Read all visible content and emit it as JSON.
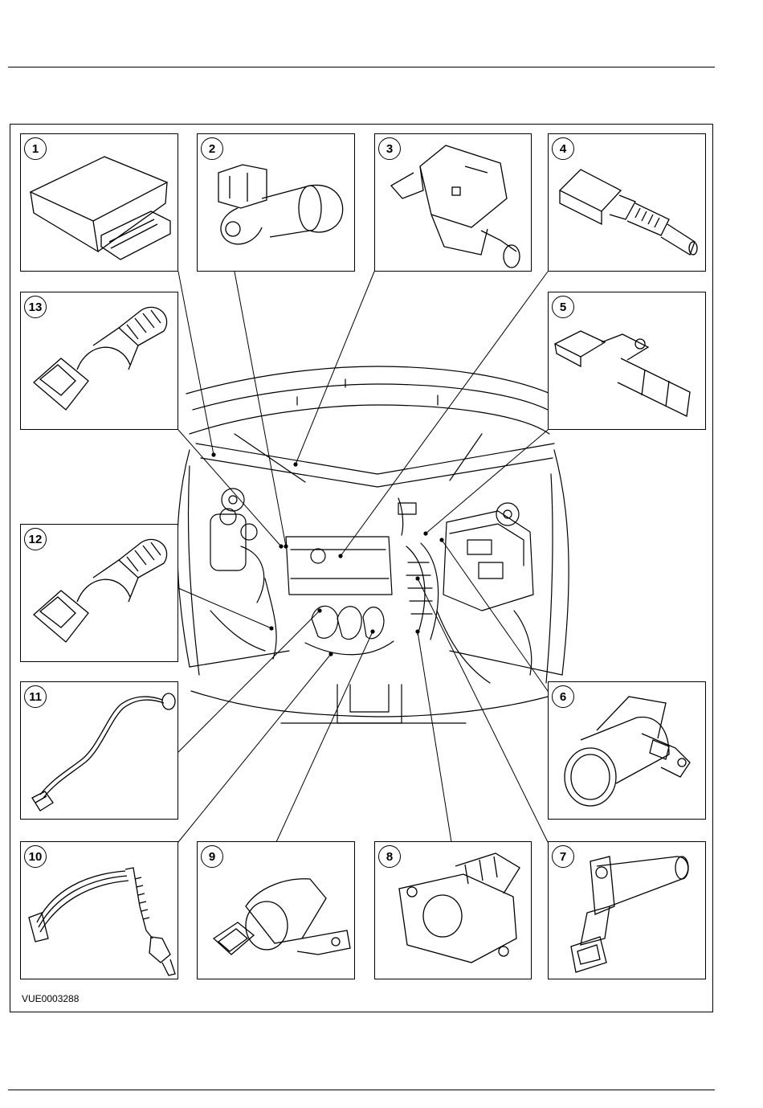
{
  "figure": {
    "reference_code": "VUE0003288",
    "callouts": [
      {
        "number": "1",
        "icon": "control-module-icon"
      },
      {
        "number": "2",
        "icon": "camshaft-position-sensor-icon"
      },
      {
        "number": "3",
        "icon": "brake-switch-icon"
      },
      {
        "number": "4",
        "icon": "temperature-sensor-icon"
      },
      {
        "number": "5",
        "icon": "speed-sensor-icon"
      },
      {
        "number": "6",
        "icon": "mass-air-flow-sensor-icon"
      },
      {
        "number": "7",
        "icon": "crankshaft-position-sensor-icon"
      },
      {
        "number": "8",
        "icon": "throttle-position-sensor-icon"
      },
      {
        "number": "9",
        "icon": "idle-air-control-valve-icon"
      },
      {
        "number": "10",
        "icon": "oxygen-sensor-icon"
      },
      {
        "number": "11",
        "icon": "knock-sensor-icon"
      },
      {
        "number": "12",
        "icon": "pressure-switch-icon"
      },
      {
        "number": "13",
        "icon": "pressure-switch-icon"
      }
    ]
  }
}
